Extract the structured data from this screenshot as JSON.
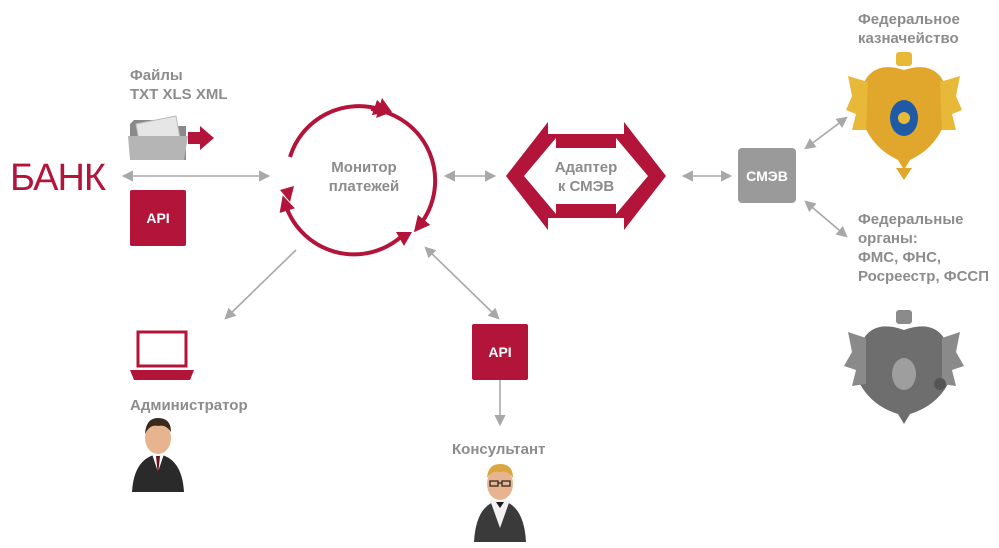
{
  "bank": {
    "label": "БАНК"
  },
  "files": {
    "line1": "Файлы",
    "line2": "TXT XLS XML"
  },
  "api_bank": {
    "label": "API"
  },
  "monitor": {
    "line1": "Монитор",
    "line2": "платежей"
  },
  "adapter": {
    "line1": "Адаптер",
    "line2": "к СМЭВ"
  },
  "smev": {
    "label": "СМЭВ"
  },
  "treasury": {
    "line1": "Федеральное",
    "line2": "казначейство"
  },
  "federal": {
    "line1": "Федеральные",
    "line2": "органы:",
    "line3": "ФМС, ФНС,",
    "line4": "Росреестр, ФССП"
  },
  "admin": {
    "label": "Администратор"
  },
  "api_consultant": {
    "label": "API"
  },
  "consultant": {
    "label": "Консультант"
  },
  "colors": {
    "brand_red": "#b2143a",
    "arrow_gray": "#a8a8a8",
    "text_gray": "#8c8c8c",
    "smev_gray": "#9a9a9a"
  }
}
